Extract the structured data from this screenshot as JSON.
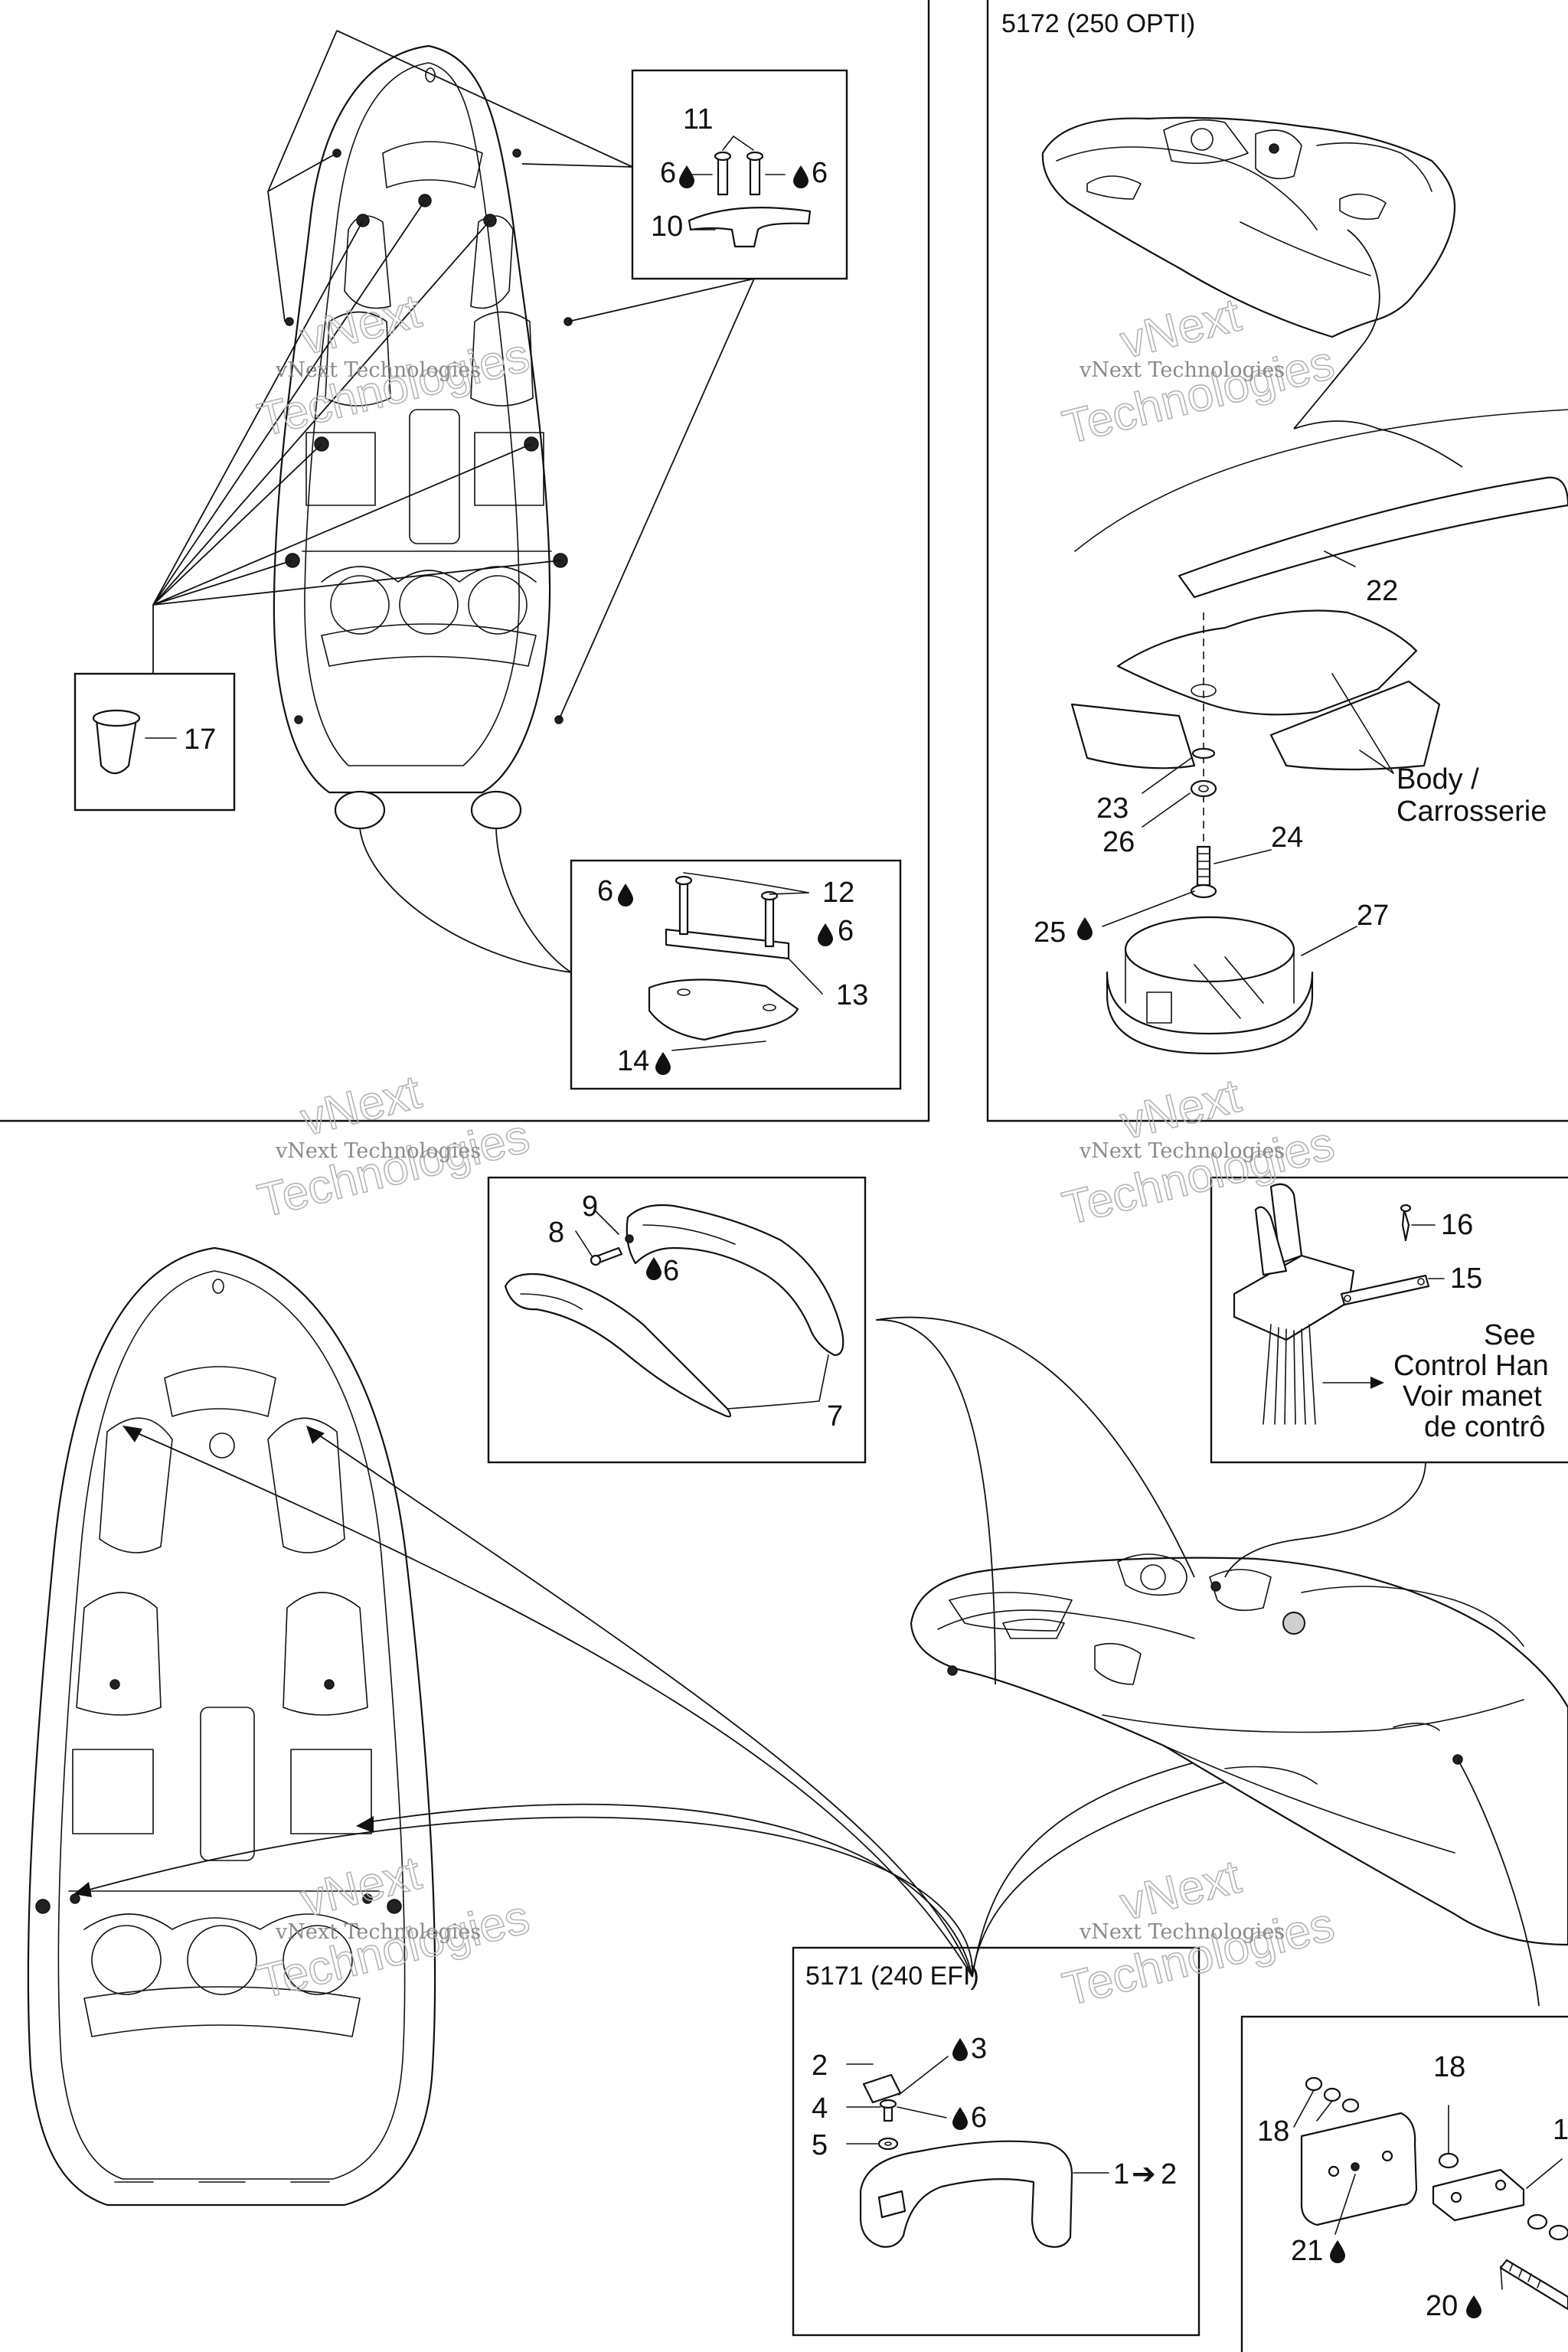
{
  "panels": {
    "top_right_title": "5172 (250 OPTI)",
    "bottom_mid_title": "5171 (240 EFI)"
  },
  "labels": {
    "l11": "11",
    "l6a": "6",
    "l6b": "6",
    "l10": "10",
    "l17": "17",
    "l12": "12",
    "l6c": "6",
    "l6d": "6",
    "l13": "13",
    "l14": "14",
    "l22": "22",
    "body_en": "Body /",
    "body_fr": "Carrosserie",
    "l23": "23",
    "l26": "26",
    "l24": "24",
    "l25": "25",
    "l27": "27",
    "l9": "9",
    "l8": "8",
    "l6e": "6",
    "l7": "7",
    "l16": "16",
    "l15": "15",
    "see_1": "See",
    "see_2": "Control Han",
    "see_3": "Voir manet",
    "see_4": "de contrô",
    "l2": "2",
    "l3": "3",
    "l4": "4",
    "l6f": "6",
    "l5": "5",
    "l1": "1",
    "l1_arrow": "➔",
    "l1b": "2",
    "l18a": "18",
    "l18b": "18",
    "l19": "1",
    "l21": "21",
    "l20": "20"
  },
  "watermark": {
    "line1": "vNext Technologies",
    "line2a": "vNext",
    "line2b": "Technologies"
  },
  "icons": {
    "sealant": "sealant-drop-icon",
    "arrow": "right-arrow-icon"
  }
}
